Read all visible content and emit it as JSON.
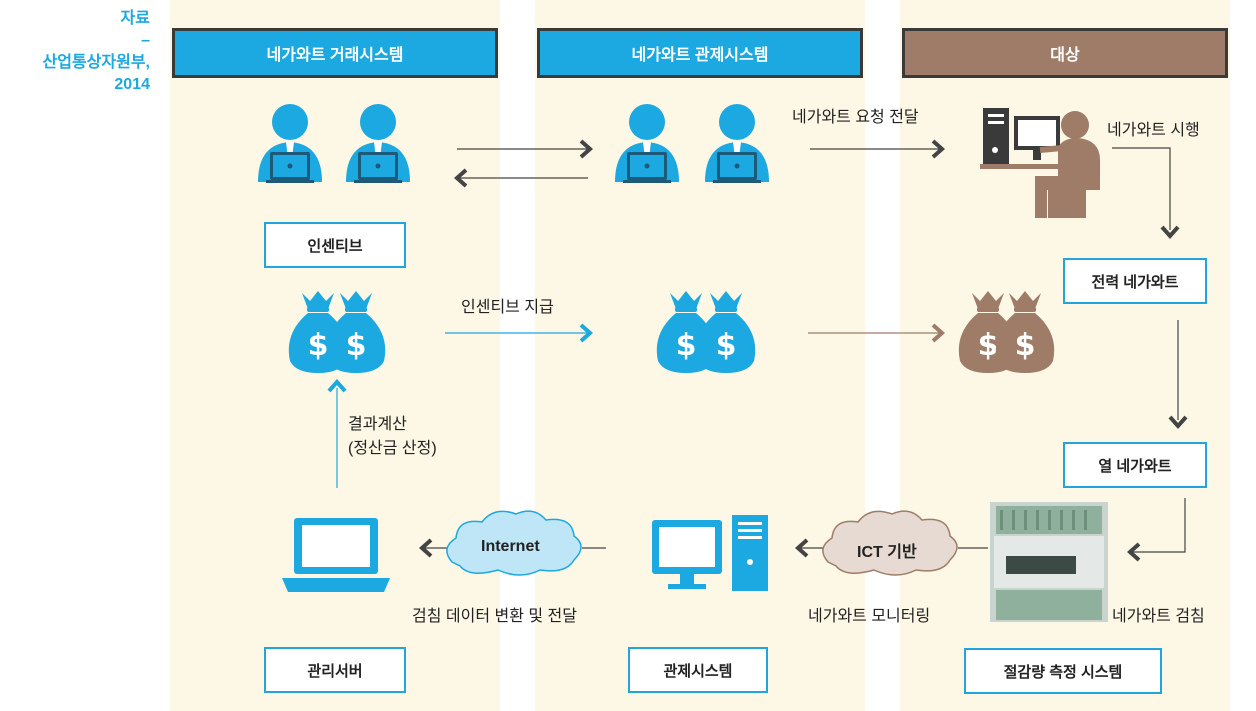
{
  "source": {
    "label": "자료",
    "dash": "–",
    "text_line1": "산업통상자원부,",
    "text_line2": "2014"
  },
  "headers": {
    "trading": "네가와트 거래시스템",
    "control": "네가와트 관제시스템",
    "target": "대상"
  },
  "boxes": {
    "incentive": "인센티브",
    "power_negawatt": "전력 네가와트",
    "heat_negawatt": "열 네가와트",
    "management_server": "관리서버",
    "control_system": "관제시스템",
    "saving_measurement": "절감량 측정 시스템"
  },
  "labels": {
    "request_delivery": "네가와트 요청 전달",
    "negawatt_execution": "네가와트 시행",
    "incentive_payment": "인센티브 지급",
    "result_calc_line1": "결과계산",
    "result_calc_line2": "(정산금 산정)",
    "internet": "Internet",
    "ict_based": "ICT 기반",
    "data_transfer": "검침 데이터 변환 및 전달",
    "negawatt_monitoring": "네가와트 모니터링",
    "negawatt_reading": "네가와트 검침"
  },
  "colors": {
    "blue": "#1ca8e0",
    "brown": "#9e7c68",
    "dark": "#3a3a3a"
  }
}
